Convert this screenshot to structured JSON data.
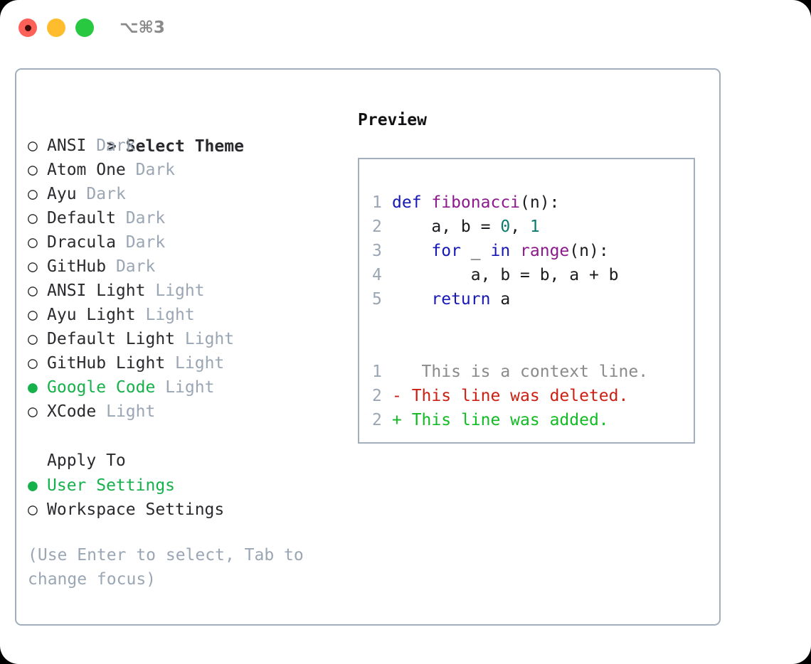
{
  "window": {
    "shortcut_label": "⌥⌘3",
    "traffic_lights": [
      {
        "name": "close",
        "color": "#ff6057"
      },
      {
        "name": "minimize",
        "color": "#ffbd2e"
      },
      {
        "name": "zoom",
        "color": "#28c840"
      }
    ]
  },
  "theme_picker": {
    "header_marker": ">",
    "header_label": "Select Theme",
    "unselected_marker": "○",
    "selected_marker": "●",
    "selected_color": "#16b14b",
    "variant_color": "#9aa6b4",
    "items": [
      {
        "marker": "○",
        "name": "ANSI",
        "variant": "Dark",
        "selected": false
      },
      {
        "marker": "○",
        "name": "Atom One",
        "variant": "Dark",
        "selected": false
      },
      {
        "marker": "○",
        "name": "Ayu",
        "variant": "Dark",
        "selected": false
      },
      {
        "marker": "○",
        "name": "Default",
        "variant": "Dark",
        "selected": false
      },
      {
        "marker": "○",
        "name": "Dracula",
        "variant": "Dark",
        "selected": false
      },
      {
        "marker": "○",
        "name": "GitHub",
        "variant": "Dark",
        "selected": false
      },
      {
        "marker": "○",
        "name": "ANSI Light",
        "variant": "Light",
        "selected": false
      },
      {
        "marker": "○",
        "name": "Ayu Light",
        "variant": "Light",
        "selected": false
      },
      {
        "marker": "○",
        "name": "Default Light",
        "variant": "Light",
        "selected": false
      },
      {
        "marker": "○",
        "name": "GitHub Light",
        "variant": "Light",
        "selected": false
      },
      {
        "marker": "●",
        "name": "Google Code",
        "variant": "Light",
        "selected": true
      },
      {
        "marker": "○",
        "name": "XCode",
        "variant": "Light",
        "selected": false
      }
    ]
  },
  "apply_to": {
    "title": "Apply To",
    "items": [
      {
        "marker": "●",
        "name": "User Settings",
        "selected": true
      },
      {
        "marker": "○",
        "name": "Workspace Settings",
        "selected": false
      }
    ]
  },
  "hint": "(Use Enter to select, Tab to change focus)",
  "preview": {
    "title": "Preview",
    "code_lines": [
      {
        "num": "1",
        "tokens": [
          {
            "text": "def ",
            "cls": "kw"
          },
          {
            "text": "fibonacci",
            "cls": "fn"
          },
          {
            "text": "(n):",
            "cls": "pl"
          }
        ]
      },
      {
        "num": "2",
        "tokens": [
          {
            "text": "    a, b = ",
            "cls": "pl"
          },
          {
            "text": "0",
            "cls": "num"
          },
          {
            "text": ", ",
            "cls": "pl"
          },
          {
            "text": "1",
            "cls": "num"
          }
        ]
      },
      {
        "num": "3",
        "tokens": [
          {
            "text": "    ",
            "cls": "pl"
          },
          {
            "text": "for",
            "cls": "kw"
          },
          {
            "text": " _ ",
            "cls": "pl"
          },
          {
            "text": "in",
            "cls": "kw"
          },
          {
            "text": " ",
            "cls": "pl"
          },
          {
            "text": "range",
            "cls": "fn"
          },
          {
            "text": "(n):",
            "cls": "pl"
          }
        ]
      },
      {
        "num": "4",
        "tokens": [
          {
            "text": "        a, b = b, a + b",
            "cls": "pl"
          }
        ]
      },
      {
        "num": "5",
        "tokens": [
          {
            "text": "    ",
            "cls": "pl"
          },
          {
            "text": "return",
            "cls": "kw"
          },
          {
            "text": " a",
            "cls": "pl"
          }
        ]
      }
    ],
    "diff_lines": [
      {
        "num": "1",
        "sign": " ",
        "text": "  This is a context line.",
        "kind": "diff-ctx"
      },
      {
        "num": "2",
        "sign": "-",
        "text": " This line was deleted.",
        "kind": "diff-del"
      },
      {
        "num": "2",
        "sign": "+",
        "text": " This line was added.",
        "kind": "diff-add"
      }
    ]
  },
  "colors": {
    "panel_border": "#a3aebd",
    "keyword": "#1717b5",
    "function": "#8c1a8c",
    "number": "#0d7a6e",
    "plain": "#1b1b1f",
    "line_number": "#9aa6b4",
    "diff_context": "#8a8a8a",
    "diff_deleted": "#cc1f12",
    "diff_added": "#12bb23"
  }
}
